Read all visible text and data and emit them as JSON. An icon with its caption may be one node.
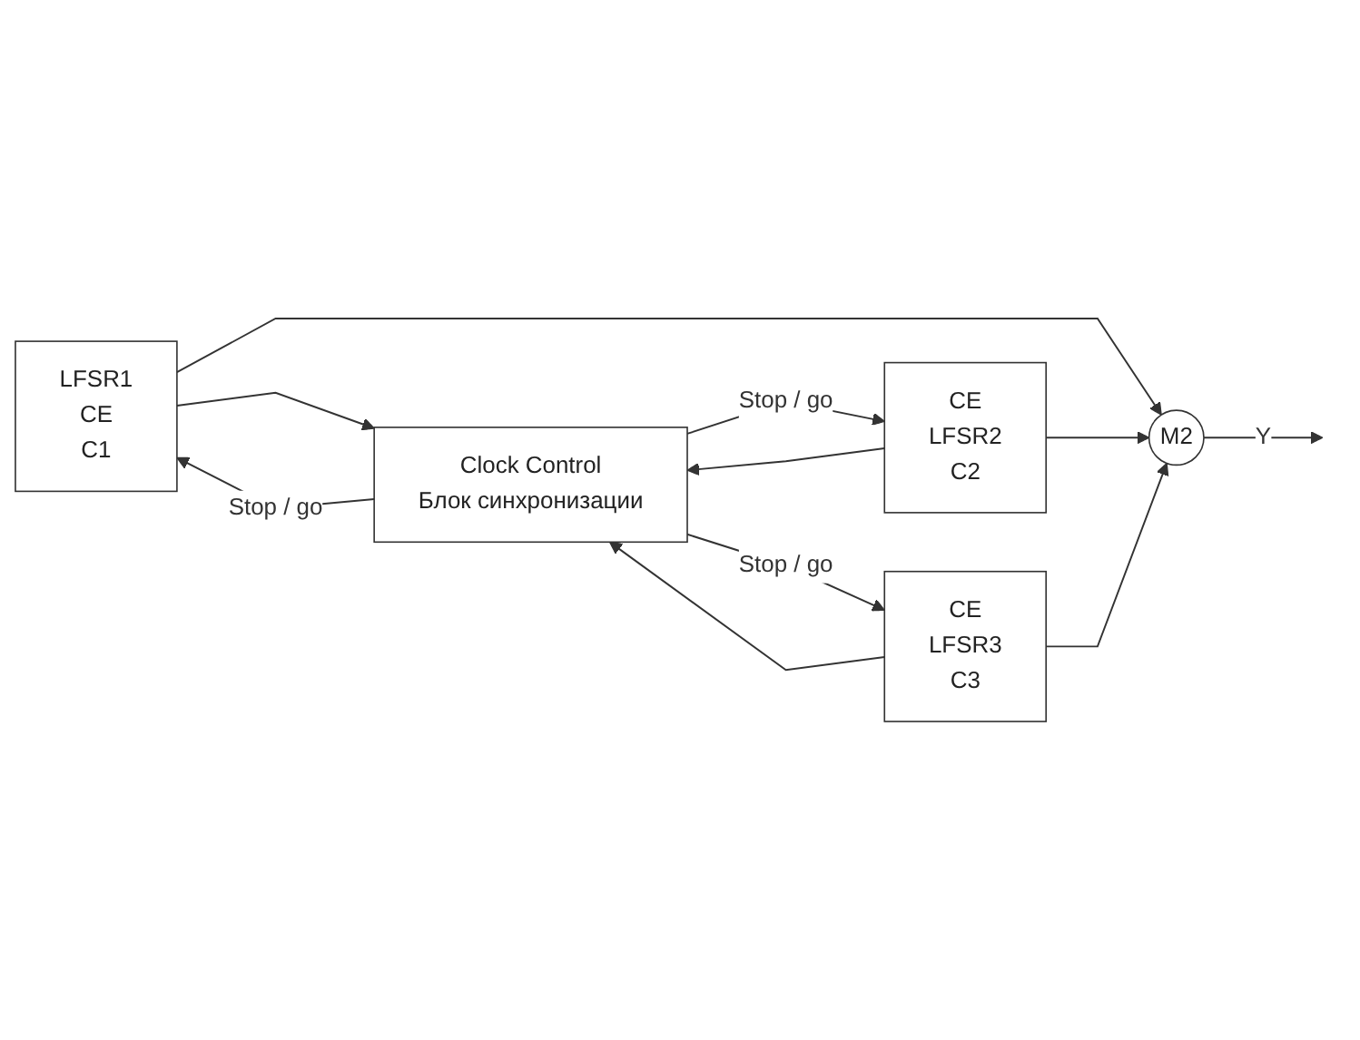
{
  "diagram": {
    "nodes": [
      {
        "text": [
          "LFSR1",
          "CE",
          "C1"
        ]
      },
      {
        "text": [
          "Clock Control",
          "Блок синхронизации"
        ]
      },
      {
        "text": [
          "CE",
          "LFSR2",
          "C2"
        ]
      },
      {
        "text": [
          "M2"
        ]
      },
      {
        "text": [
          "CE",
          "LFSR3",
          "C3"
        ]
      }
    ],
    "edges": [
      {
        "from": 1,
        "to": 0,
        "arrow": "to",
        "label": "Stop / go"
      },
      {
        "from": 0,
        "to": 1,
        "arrow": "to"
      },
      {
        "from": 1,
        "to": 2,
        "arrow": "to",
        "label": "Stop / go"
      },
      {
        "from": 2,
        "to": 1,
        "arrow": "to"
      },
      {
        "from": 1,
        "to": 4,
        "arrow": "to",
        "label": "Stop / go"
      },
      {
        "from": 4,
        "to": 1,
        "arrow": "to"
      },
      {
        "from": 0,
        "to": 3,
        "arrow": "to"
      },
      {
        "from": 2,
        "to": 3,
        "arrow": "to"
      },
      {
        "from": 4,
        "to": 3,
        "arrow": "to"
      },
      {
        "from": 3,
        "to": null,
        "arrow": "to",
        "label": "Y"
      }
    ]
  }
}
